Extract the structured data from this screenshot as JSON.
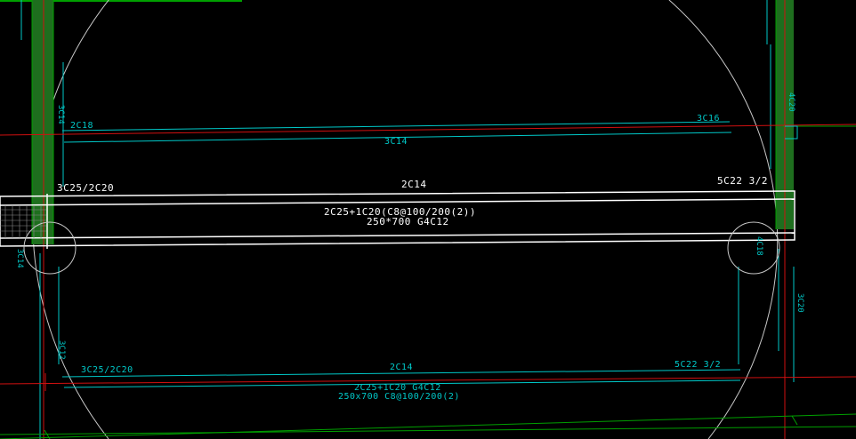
{
  "colors": {
    "background": "#000000",
    "cyan": "#00c8c8",
    "white": "#ffffff",
    "red": "#d01010",
    "green": "#00a000",
    "dark_green": "#1e6e1e",
    "grey": "#c8c8c8"
  },
  "upper_beam": {
    "left_top": "2C18",
    "right_top": "3C16",
    "middle": "3C14"
  },
  "selected_beam": {
    "left_support": "3C25/2C20",
    "top_through": "2C14",
    "right_support": "5C22 3/2",
    "spec_line1": "2C25+1C20(C8@100/200(2))",
    "spec_line2": "250*700 G4C12"
  },
  "lower_beam": {
    "left_support": "3C25/2C20",
    "top_through": "2C14",
    "right_support": "5C22 3/2",
    "spec_line1": "2C25+1C20 G4C12",
    "spec_line2": "250x700 C8@100/200(2)"
  },
  "column_tags": {
    "left_upper": "3C14",
    "left_lower": "3C12",
    "left_circle": "3C14",
    "right_upper": "4C20",
    "right_circle": "4C18",
    "right_lower": "3C20"
  }
}
